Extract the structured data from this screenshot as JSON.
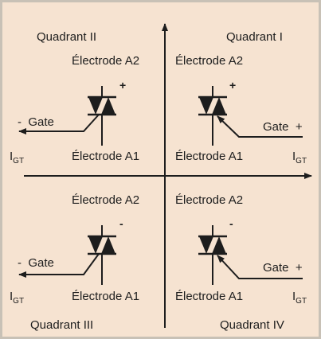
{
  "quadrants": {
    "q1": {
      "title": "Quadrant I",
      "top_electrode": "Électrode A2",
      "bottom_electrode": "Électrode A1",
      "gate_label": "Gate",
      "gate_sign": "+",
      "a2_sign": "+"
    },
    "q2": {
      "title": "Quadrant II",
      "top_electrode": "Électrode A2",
      "bottom_electrode": "Électrode A1",
      "gate_label": "Gate",
      "gate_sign": "-",
      "a2_sign": "+"
    },
    "q3": {
      "title": "Quadrant III",
      "top_electrode": "Électrode A2",
      "bottom_electrode": "Électrode A1",
      "gate_label": "Gate",
      "gate_sign": "-",
      "a2_sign": "-"
    },
    "q4": {
      "title": "Quadrant IV",
      "top_electrode": "Électrode A2",
      "bottom_electrode": "Électrode A1",
      "gate_label": "Gate",
      "gate_sign": "+",
      "a2_sign": "-"
    }
  },
  "current_label": {
    "main": "I",
    "sub": "GT"
  },
  "colors": {
    "background": "#f6e3d1",
    "ink": "#1d1d1d",
    "frame": "#c8c1b6"
  }
}
